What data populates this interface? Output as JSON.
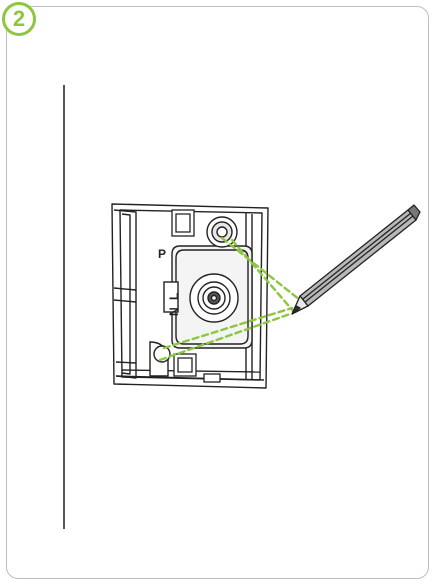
{
  "step": {
    "number": "2",
    "accent_color": "#8dc63f"
  },
  "illustration": {
    "subject": "wall-box-mounting-plate",
    "tool": "pencil-icon",
    "guide_color": "#8dc63f",
    "terminal_labels": {
      "p": "P",
      "n": "N",
      "l": "L"
    }
  }
}
